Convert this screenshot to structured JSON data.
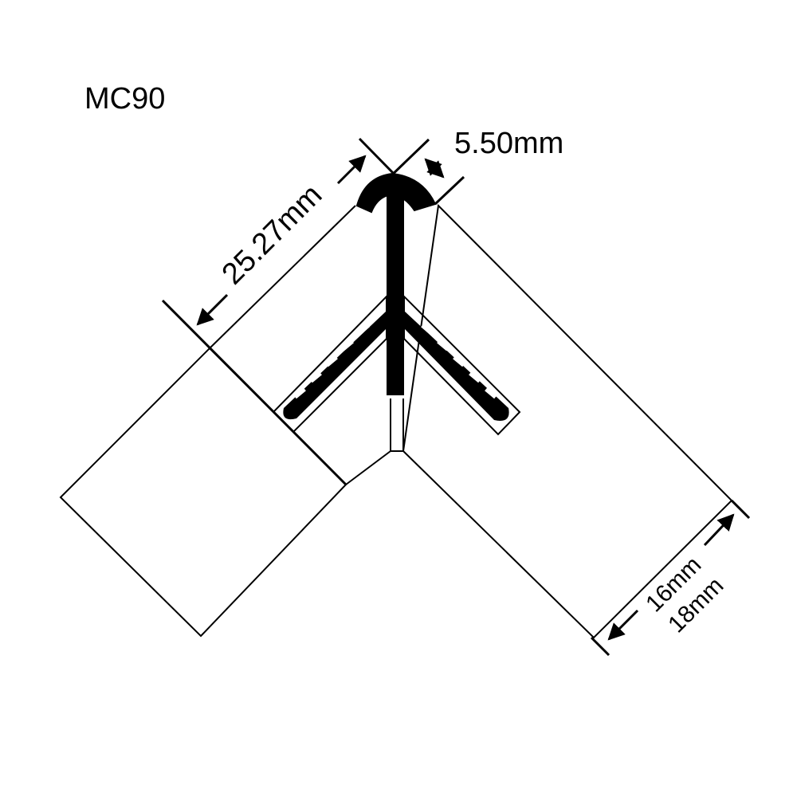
{
  "title": "MC90",
  "dimensions": {
    "cap_width": "5.50mm",
    "leg_length": "25.27mm",
    "tile_thickness_1": "16mm",
    "tile_thickness_2": "18mm"
  },
  "colors": {
    "line": "#000000",
    "fill": "#000000",
    "background": "#ffffff"
  }
}
